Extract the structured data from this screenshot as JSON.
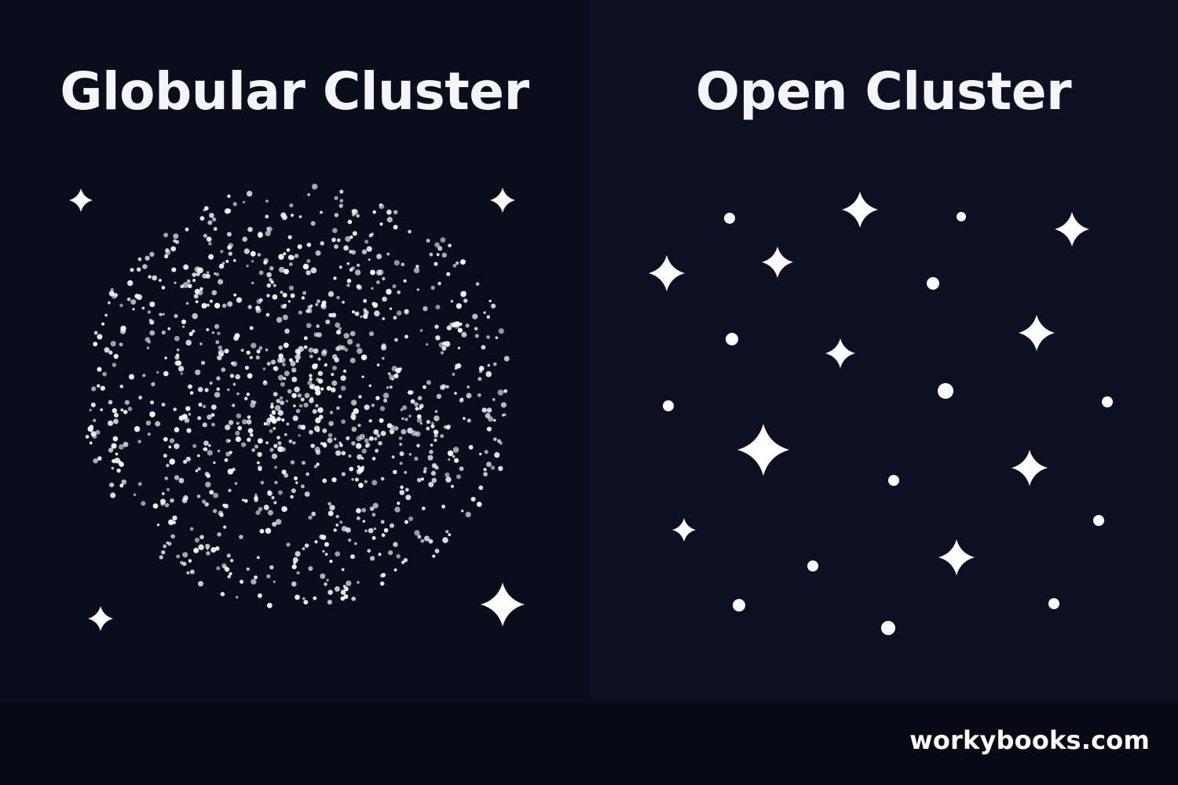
{
  "left_panel": {
    "title": "Globular Cluster"
  },
  "right_panel": {
    "title": "Open Cluster"
  },
  "footer": {
    "brand": "workybooks.com"
  },
  "colors": {
    "background_left": "#0a0e1c",
    "background_right": "#0c1022",
    "footer_background": "#070a16",
    "star": "#ffffff"
  },
  "icons": {
    "sparkle": "four-point-star-icon",
    "dot": "dot-star-icon"
  }
}
